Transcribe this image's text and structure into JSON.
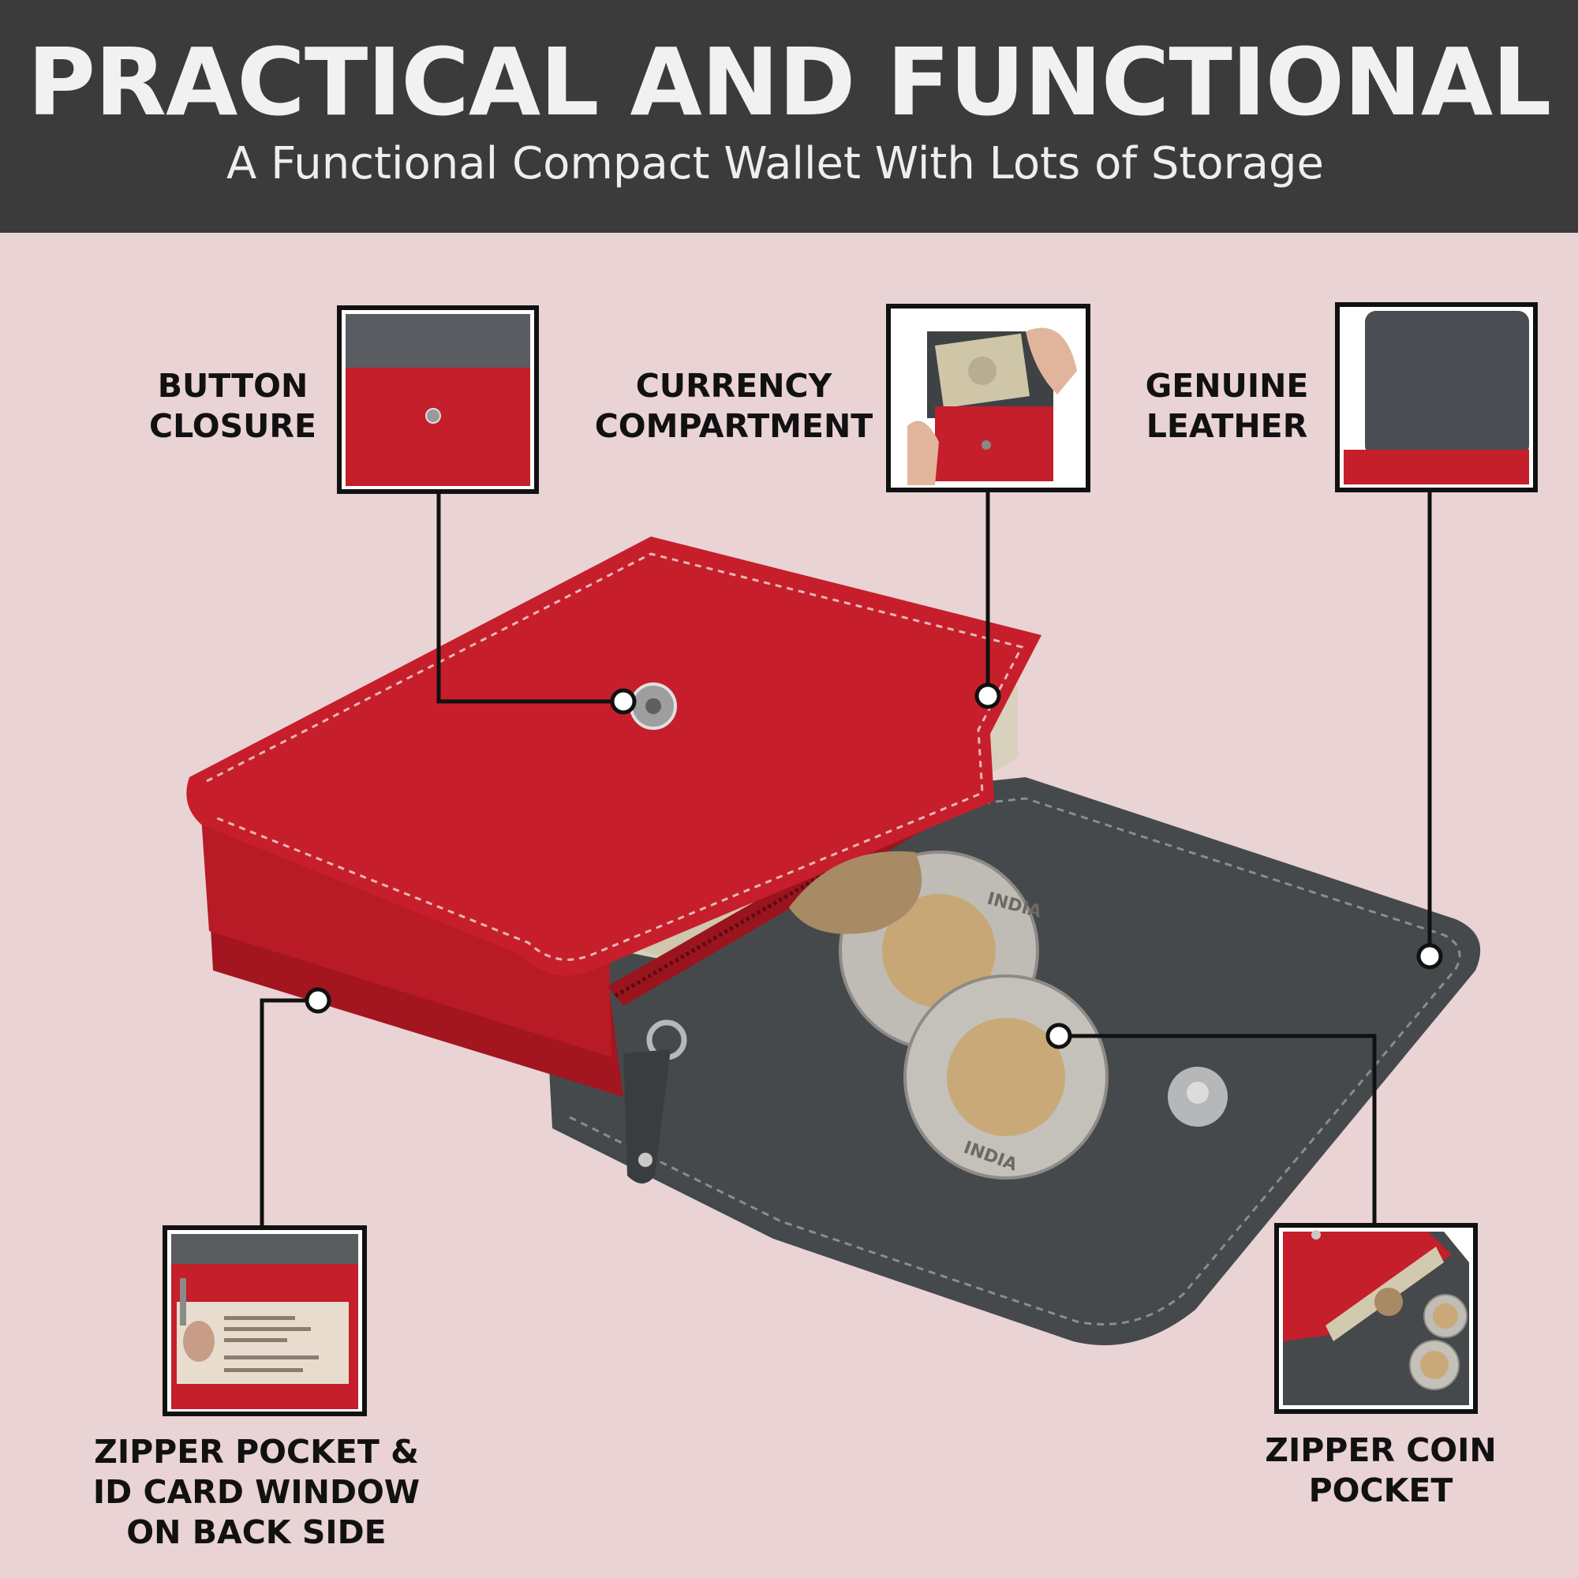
{
  "header": {
    "title": "PRACTICAL AND FUNCTIONAL",
    "subtitle": "A Functional Compact Wallet With Lots of Storage"
  },
  "callouts": {
    "button_closure": "BUTTON\nCLOSURE",
    "currency_compartment": "CURRENCY\nCOMPARTMENT",
    "genuine_leather": "GENUINE\nLEATHER",
    "zipper_pocket_id": "ZIPPER POCKET &\nID CARD WINDOW\nON BACK SIDE",
    "zipper_coin_pocket": "ZIPPER COIN\nPOCKET"
  },
  "coin_text": {
    "india_top": "INDIA",
    "india_bottom": "INDIA"
  },
  "colors": {
    "header_bg": "#3b3b3b",
    "page_bg": "#e9d3d5",
    "wallet_red": "#c61f2b",
    "wallet_dark_red": "#98131d",
    "wallet_grey": "#46494c",
    "line_color": "#111111"
  }
}
